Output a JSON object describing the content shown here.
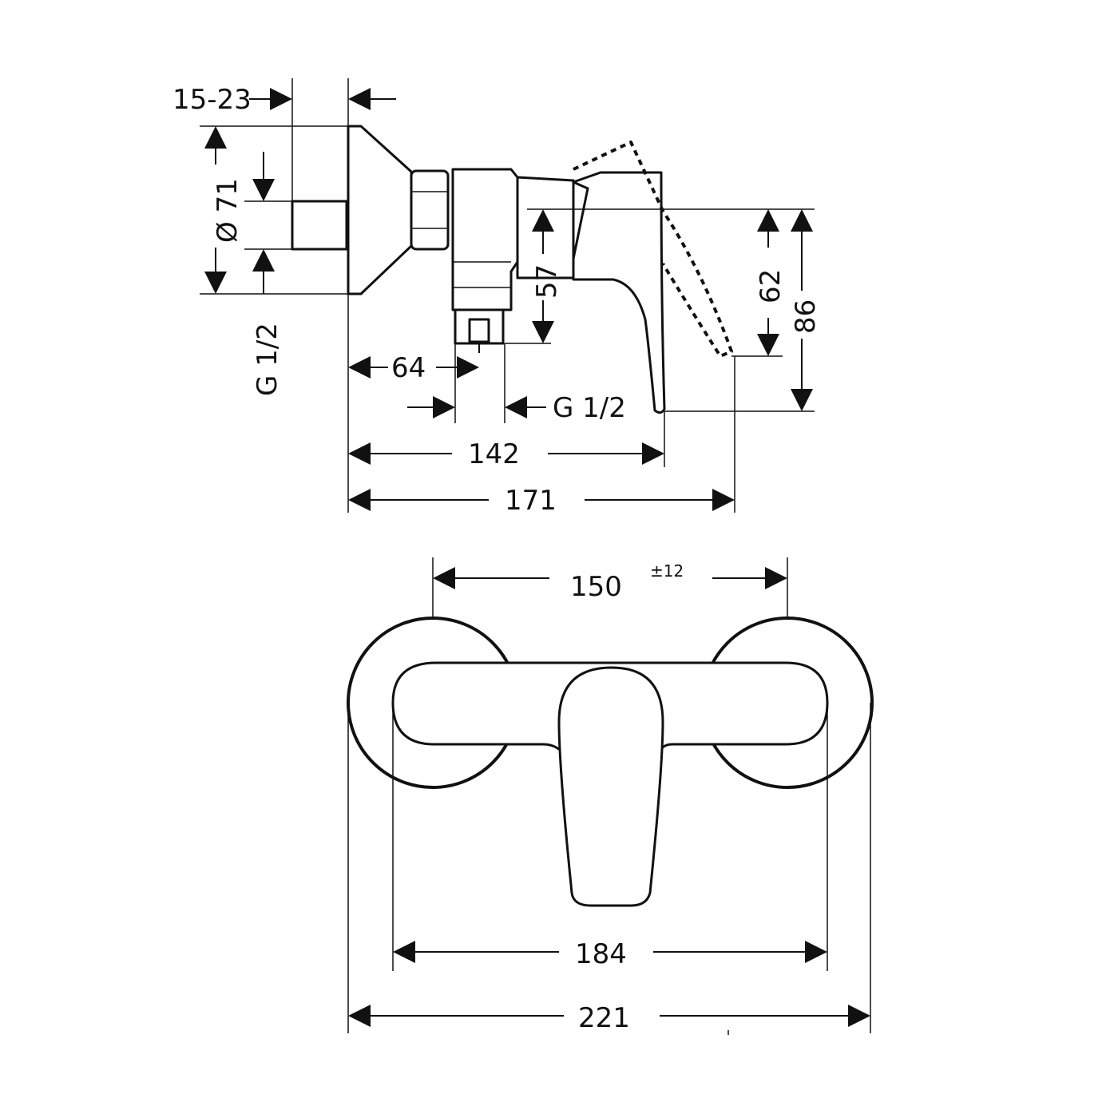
{
  "dimensions": {
    "wall_depth": "15-23",
    "rosette_diameter": "Ø 71",
    "inlet_thread": "G 1/2",
    "outlet_offset": "64",
    "outlet_thread": "G 1/2",
    "outlet_height": "57",
    "handle_travel": "62",
    "overall_height": "86",
    "projection_handle": "142",
    "projection_total": "171",
    "centre_distance": "150",
    "centre_tolerance": "±12",
    "body_width": "184",
    "overall_width": "221"
  }
}
